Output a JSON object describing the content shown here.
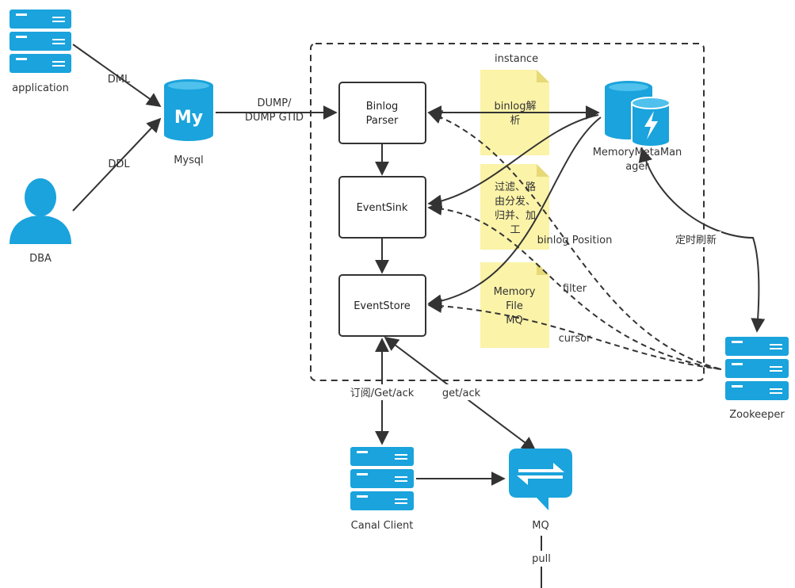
{
  "colors": {
    "icon": "#1aa3dc",
    "note": "#fbf3a8",
    "line": "#333333"
  },
  "labels": {
    "application": "application",
    "dba": "DBA",
    "mysql": "Mysql",
    "mysql_logo": "My",
    "dml": "DML",
    "ddl": "DDL",
    "dump_line1": "DUMP/",
    "dump_line2": "DUMP GTID",
    "instance": "instance",
    "binlog_parser_line1": "Binlog",
    "binlog_parser_line2": "Parser",
    "eventsink": "EventSink",
    "eventstore": "EventStore",
    "note1_line1": "binlog解",
    "note1_line2": "析",
    "note2_line1": "过滤、路",
    "note2_line2": "由分发、",
    "note2_line3": "归并、加",
    "note2_line4": "工",
    "note3_line1": "Memory",
    "note3_line2": "File",
    "note3_line3": "MQ",
    "meta_line1": "MemoryMetaMan",
    "meta_line2": "ager",
    "binlog_position": "binlog Position",
    "filter": "filter",
    "cursor": "cursor",
    "refresh": "定时刷新",
    "zookeeper": "Zookeeper",
    "subscribe": "订阅/Get/ack",
    "getack": "get/ack",
    "canal_client": "Canal Client",
    "mq": "MQ",
    "pull": "pull"
  }
}
